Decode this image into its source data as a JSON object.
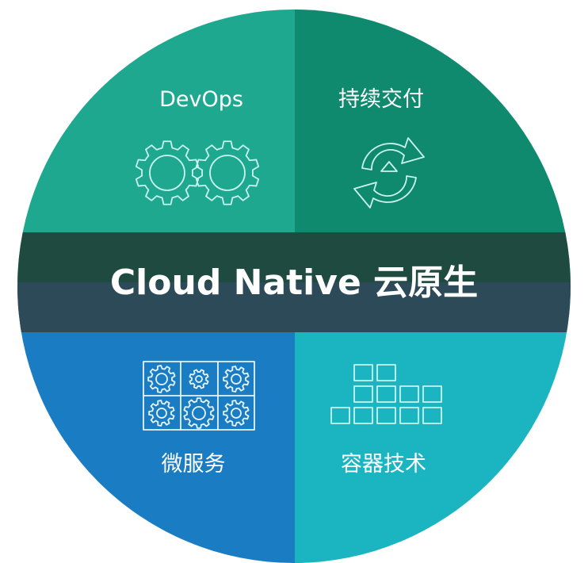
{
  "diagram": {
    "center_title": "Cloud Native 云原生",
    "quadrants": {
      "top_left": {
        "label": "DevOps",
        "icon": "gears-icon"
      },
      "top_right": {
        "label": "持续交付",
        "icon": "cycle-arrows-icon"
      },
      "bottom_left": {
        "label": "微服务",
        "icon": "gear-grid-icon"
      },
      "bottom_right": {
        "label": "容器技术",
        "icon": "container-blocks-icon"
      }
    },
    "colors": {
      "top_left": "#1ea890",
      "top_right": "#0f8a6e",
      "bottom_left": "#1a7dc4",
      "bottom_right": "#1bb5c2",
      "band_top": "#1f4a3f",
      "band_bottom": "#2c4a58"
    }
  }
}
